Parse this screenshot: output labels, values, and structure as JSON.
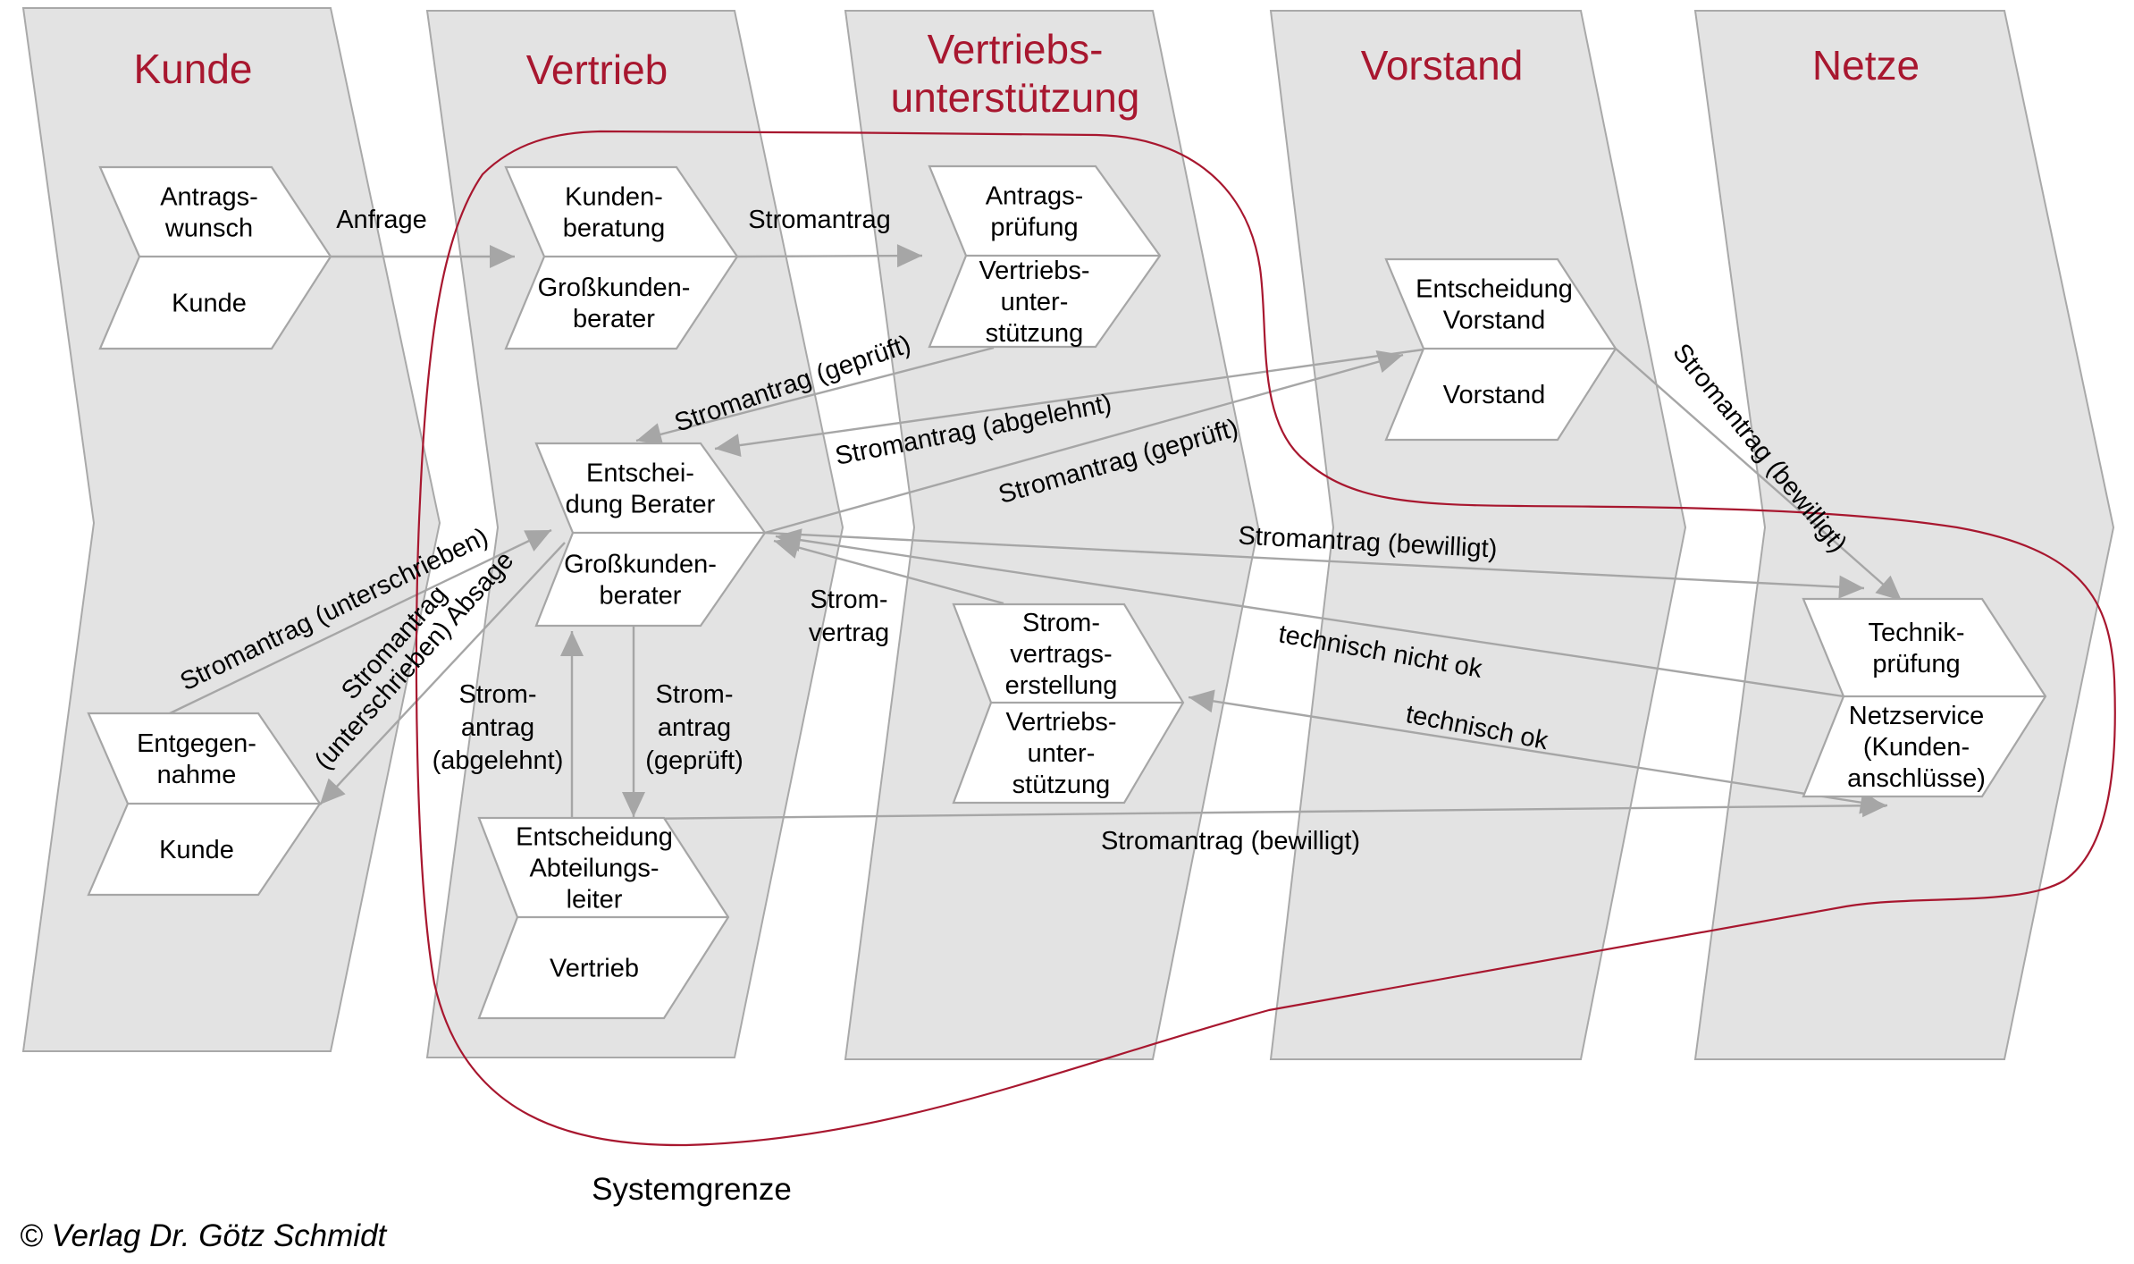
{
  "diagram": {
    "type": "swimlane-process-chain",
    "colors": {
      "lane_fill": "#e3e3e3",
      "lane_border": "#a9a9a9",
      "lane_title": "#a8172f",
      "box_fill": "#ffffff",
      "box_border": "#a6a6a6",
      "flow_line": "#a6a6a6",
      "system_boundary": "#a8172f",
      "text": "#000000"
    },
    "lanes": [
      {
        "id": "kunde",
        "title_lines": [
          "Kunde"
        ]
      },
      {
        "id": "vertrieb",
        "title_lines": [
          "Vertrieb"
        ]
      },
      {
        "id": "vertriebsunterstuetzung",
        "title_lines": [
          "Vertriebs-",
          "unterstützung"
        ]
      },
      {
        "id": "vorstand",
        "title_lines": [
          "Vorstand"
        ]
      },
      {
        "id": "netze",
        "title_lines": [
          "Netze"
        ]
      }
    ],
    "processes": [
      {
        "id": "antragswunsch",
        "lane": "kunde",
        "activity": [
          "Antrags-",
          "wunsch"
        ],
        "role": [
          "Kunde"
        ]
      },
      {
        "id": "kundenberatung",
        "lane": "vertrieb",
        "activity": [
          "Kunden-",
          "beratung"
        ],
        "role": [
          "Großkunden-",
          "berater"
        ]
      },
      {
        "id": "antragspruefung",
        "lane": "vertriebsunterstuetzung",
        "activity": [
          "Antrags-",
          "prüfung"
        ],
        "role": [
          "Vertriebs-",
          "unter-",
          "stützung"
        ]
      },
      {
        "id": "entscheidung-vorstand",
        "lane": "vorstand",
        "activity": [
          "Entscheidung",
          "Vorstand"
        ],
        "role": [
          "Vorstand"
        ]
      },
      {
        "id": "entscheidung-berater",
        "lane": "vertrieb",
        "activity": [
          "Entschei-",
          "dung Berater"
        ],
        "role": [
          "Großkunden-",
          "berater"
        ]
      },
      {
        "id": "entgegennahme",
        "lane": "kunde",
        "activity": [
          "Entgegen-",
          "nahme"
        ],
        "role": [
          "Kunde"
        ]
      },
      {
        "id": "entscheidung-abteilungsleiter",
        "lane": "vertrieb",
        "activity": [
          "Entscheidung",
          "Abteilungs-",
          "leiter"
        ],
        "role": [
          "Vertrieb"
        ]
      },
      {
        "id": "stromvertragserstellung",
        "lane": "vertriebsunterstuetzung",
        "activity": [
          "Strom-",
          "vertrags-",
          "erstellung"
        ],
        "role": [
          "Vertriebs-",
          "unter-",
          "stützung"
        ]
      },
      {
        "id": "technikpruefung",
        "lane": "netze",
        "activity": [
          "Technik-",
          "prüfung"
        ],
        "role": [
          "Netzservice",
          "(Kunden-",
          "anschlüsse)"
        ]
      }
    ],
    "flows": [
      {
        "id": "anfrage",
        "from": "antragswunsch",
        "to": "kundenberatung",
        "label": [
          "Anfrage"
        ]
      },
      {
        "id": "stromantrag",
        "from": "kundenberatung",
        "to": "antragspruefung",
        "label": [
          "Stromantrag"
        ]
      },
      {
        "id": "stromantrag-geprueft-1",
        "from": "antragspruefung",
        "to": "entscheidung-berater",
        "label": [
          "Stromantrag (geprüft)"
        ]
      },
      {
        "id": "stromantrag-abgelehnt-vorstand",
        "from": "entscheidung-vorstand",
        "to": "entscheidung-berater",
        "label": [
          "Stromantrag (abgelehnt)"
        ]
      },
      {
        "id": "stromantrag-geprueft-2",
        "from": "entscheidung-berater",
        "to": "entscheidung-vorstand",
        "label": [
          "Stromantrag (geprüft)"
        ]
      },
      {
        "id": "stromantrag-bewilligt-vorstand",
        "from": "entscheidung-vorstand",
        "to": "technikpruefung",
        "label": [
          "Stromantrag (bewilligt)"
        ]
      },
      {
        "id": "stromantrag-bewilligt-berater",
        "from": "entscheidung-berater",
        "to": "technikpruefung",
        "label": [
          "Stromantrag (bewilligt)"
        ]
      },
      {
        "id": "technisch-nicht-ok",
        "from": "technikpruefung",
        "to": "entscheidung-berater",
        "label": [
          "technisch nicht ok"
        ]
      },
      {
        "id": "technisch-ok",
        "from": "technikpruefung",
        "to": "stromvertragserstellung",
        "label": [
          "technisch ok"
        ]
      },
      {
        "id": "stromvertrag",
        "from": "stromvertragserstellung",
        "to": "entscheidung-berater",
        "label": [
          "Strom-",
          "vertrag"
        ]
      },
      {
        "id": "stromantrag-unterschrieben",
        "from": "entgegennahme",
        "to": "entscheidung-berater",
        "label": [
          "Stromantrag (unterschrieben)"
        ]
      },
      {
        "id": "absage",
        "from": "entscheidung-berater",
        "to": "entgegennahme",
        "label": [
          "Stromantrag",
          "(unterschrieben) Absage"
        ]
      },
      {
        "id": "stromantrag-abgelehnt-al",
        "from": "entscheidung-abteilungsleiter",
        "to": "entscheidung-berater",
        "label": [
          "Strom-",
          "antrag",
          "(abgelehnt)"
        ]
      },
      {
        "id": "stromantrag-geprueft-al",
        "from": "entscheidung-berater",
        "to": "entscheidung-abteilungsleiter",
        "label": [
          "Strom-",
          "antrag",
          "(geprüft)"
        ]
      },
      {
        "id": "stromantrag-bewilligt-al",
        "from": "entscheidung-abteilungsleiter",
        "to": "technikpruefung",
        "label": [
          "Stromantrag (bewilligt)"
        ]
      }
    ],
    "system_boundary_label": "Systemgrenze",
    "copyright": "© Verlag Dr. Götz Schmidt"
  }
}
